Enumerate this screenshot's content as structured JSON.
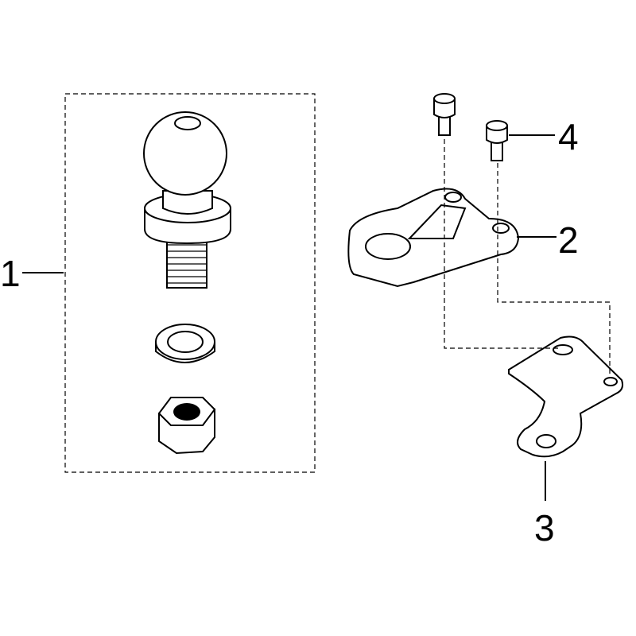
{
  "diagram": {
    "callouts": [
      {
        "id": "1",
        "part": "ball-hitch-kit"
      },
      {
        "id": "2",
        "part": "hitch-bracket"
      },
      {
        "id": "3",
        "part": "mounting-plate"
      },
      {
        "id": "4",
        "part": "socket-head-bolt"
      }
    ],
    "colors": {
      "line": "#000000",
      "background": "#ffffff"
    }
  }
}
